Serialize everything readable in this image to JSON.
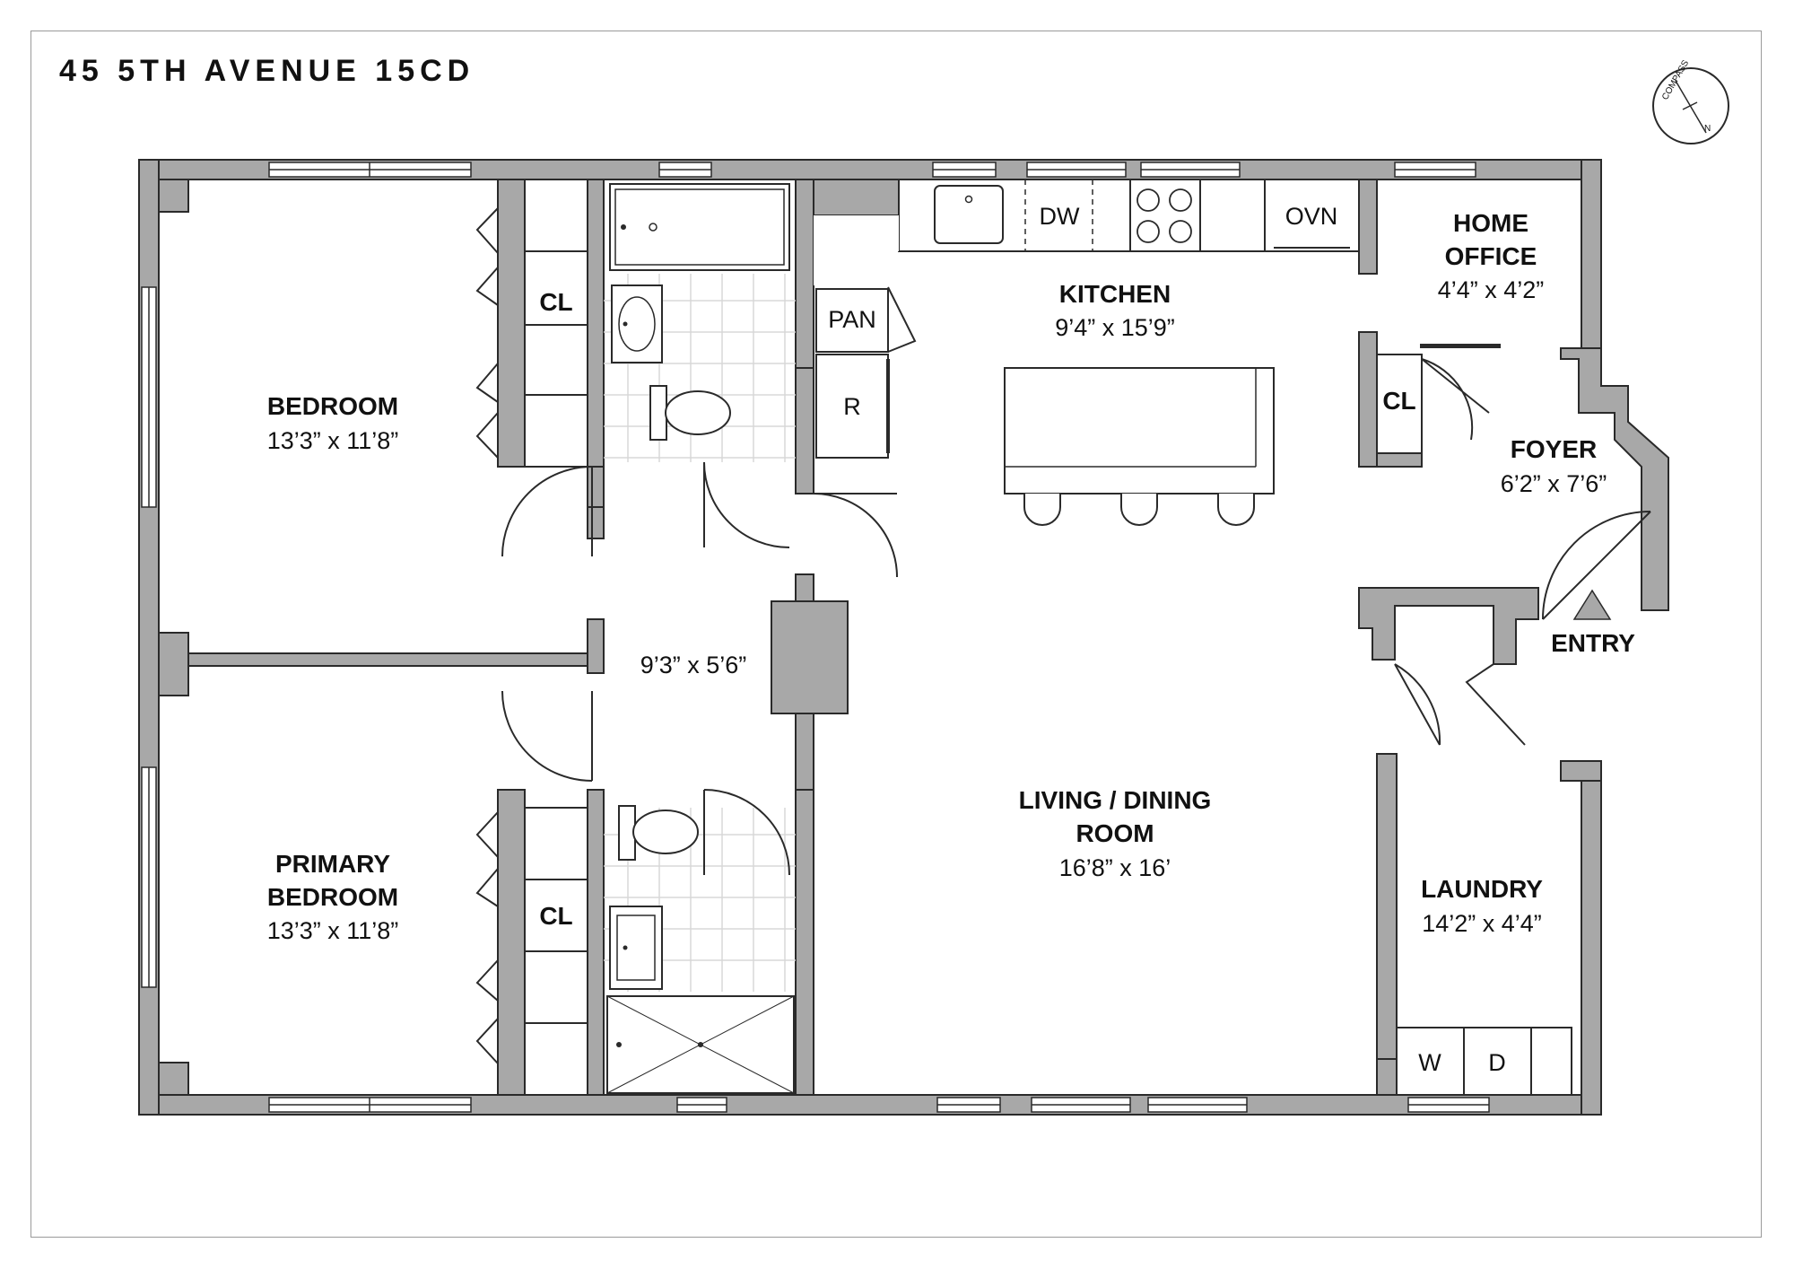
{
  "title": "45 5TH AVENUE 15CD",
  "compass": {
    "ring_text": "COMPASS",
    "north": "N"
  },
  "rooms": {
    "bedroom": {
      "name": "BEDROOM",
      "dims": "13’3” x 11’8”"
    },
    "primary": {
      "name1": "PRIMARY",
      "name2": "BEDROOM",
      "dims": "13’3” x 11’8”"
    },
    "hall": {
      "dims": "9’3” x 5’6”"
    },
    "kitchen": {
      "name": "KITCHEN",
      "dims": "9’4” x 15’9”"
    },
    "living": {
      "name1": "LIVING / DINING",
      "name2": "ROOM",
      "dims": "16’8” x 16’"
    },
    "office": {
      "name1": "HOME",
      "name2": "OFFICE",
      "dims": "4’4” x 4’2”"
    },
    "foyer": {
      "name": "FOYER",
      "dims": "6’2” x 7’6”"
    },
    "laundry": {
      "name": "LAUNDRY",
      "dims": "14’2” x 4’4”"
    }
  },
  "fixtures": {
    "cl": "CL",
    "dw": "DW",
    "ovn": "OVN",
    "pan": "PAN",
    "r": "R",
    "w": "W",
    "d": "D"
  },
  "entry": "ENTRY",
  "colors": {
    "wall": "#a8a8a8",
    "line": "#2a2a2a",
    "tile": "#d8d8d8"
  }
}
